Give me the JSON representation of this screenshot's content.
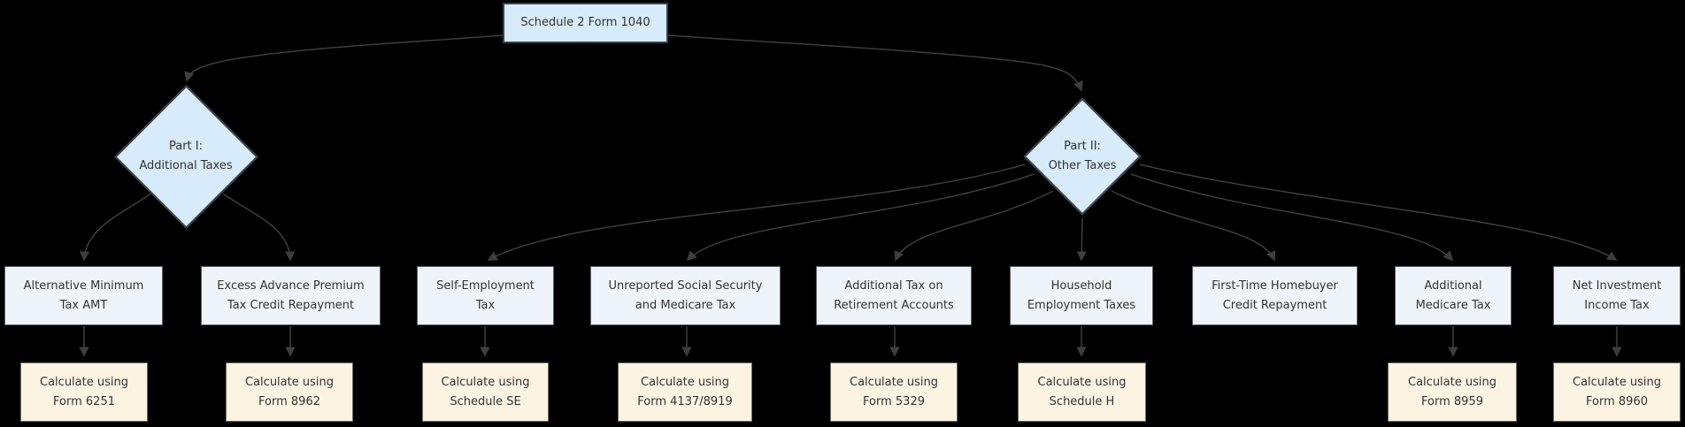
{
  "root": {
    "label": "Schedule 2 Form 1040"
  },
  "decisions": [
    {
      "line1": "Part I:",
      "line2": "Additional Taxes"
    },
    {
      "line1": "Part II:",
      "line2": "Other Taxes"
    }
  ],
  "leaves": [
    {
      "line1": "Alternative Minimum",
      "line2": "Tax AMT"
    },
    {
      "line1": "Excess Advance Premium",
      "line2": "Tax Credit Repayment"
    },
    {
      "line1": "Self-Employment",
      "line2": "Tax"
    },
    {
      "line1": "Unreported Social Security",
      "line2": "and Medicare Tax"
    },
    {
      "line1": "Additional Tax on",
      "line2": "Retirement Accounts"
    },
    {
      "line1": "Household",
      "line2": "Employment Taxes"
    },
    {
      "line1": "First-Time Homebuyer",
      "line2": "Credit Repayment"
    },
    {
      "line1": "Additional",
      "line2": "Medicare Tax"
    },
    {
      "line1": "Net Investment",
      "line2": "Income Tax"
    }
  ],
  "calcs": [
    {
      "line1": "Calculate using",
      "line2": "Form 6251"
    },
    {
      "line1": "Calculate using",
      "line2": "Form 8962"
    },
    {
      "line1": "Calculate using",
      "line2": "Schedule SE"
    },
    {
      "line1": "Calculate using",
      "line2": "Form 4137/8919"
    },
    {
      "line1": "Calculate using",
      "line2": "Form 5329"
    },
    {
      "line1": "Calculate using",
      "line2": "Schedule H"
    },
    {
      "line1": "Calculate using",
      "line2": "Form 8959"
    },
    {
      "line1": "Calculate using",
      "line2": "Form 8960"
    }
  ],
  "colors": {
    "background": "#000000",
    "primary_node_fill": "#d7ebfb",
    "primary_node_border": "#37404a",
    "leaf_node_fill": "#eef4fa",
    "leaf_node_border": "#5a6169",
    "calc_node_fill": "#fdf3e3",
    "calc_node_border": "#6f6f65",
    "edge_color": "#3d3d3d",
    "text_color": "#333333"
  }
}
